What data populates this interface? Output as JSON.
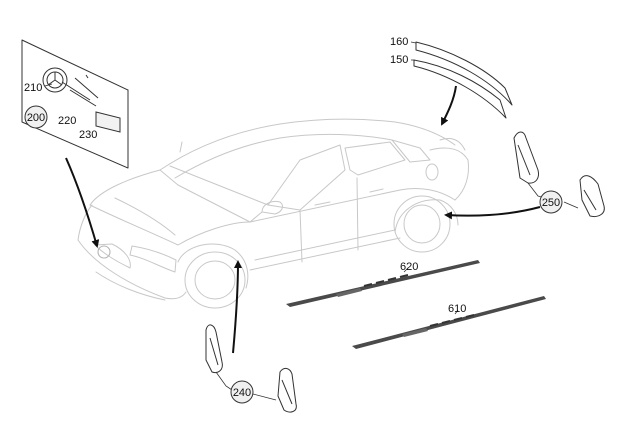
{
  "diagram": {
    "callouts": {
      "c160": "160",
      "c150": "150",
      "c210": "210",
      "c220": "220",
      "c230": "230",
      "c620": "620",
      "c610": "610"
    },
    "bubbles": {
      "b200": "200",
      "b250": "250",
      "b240": "240"
    }
  }
}
